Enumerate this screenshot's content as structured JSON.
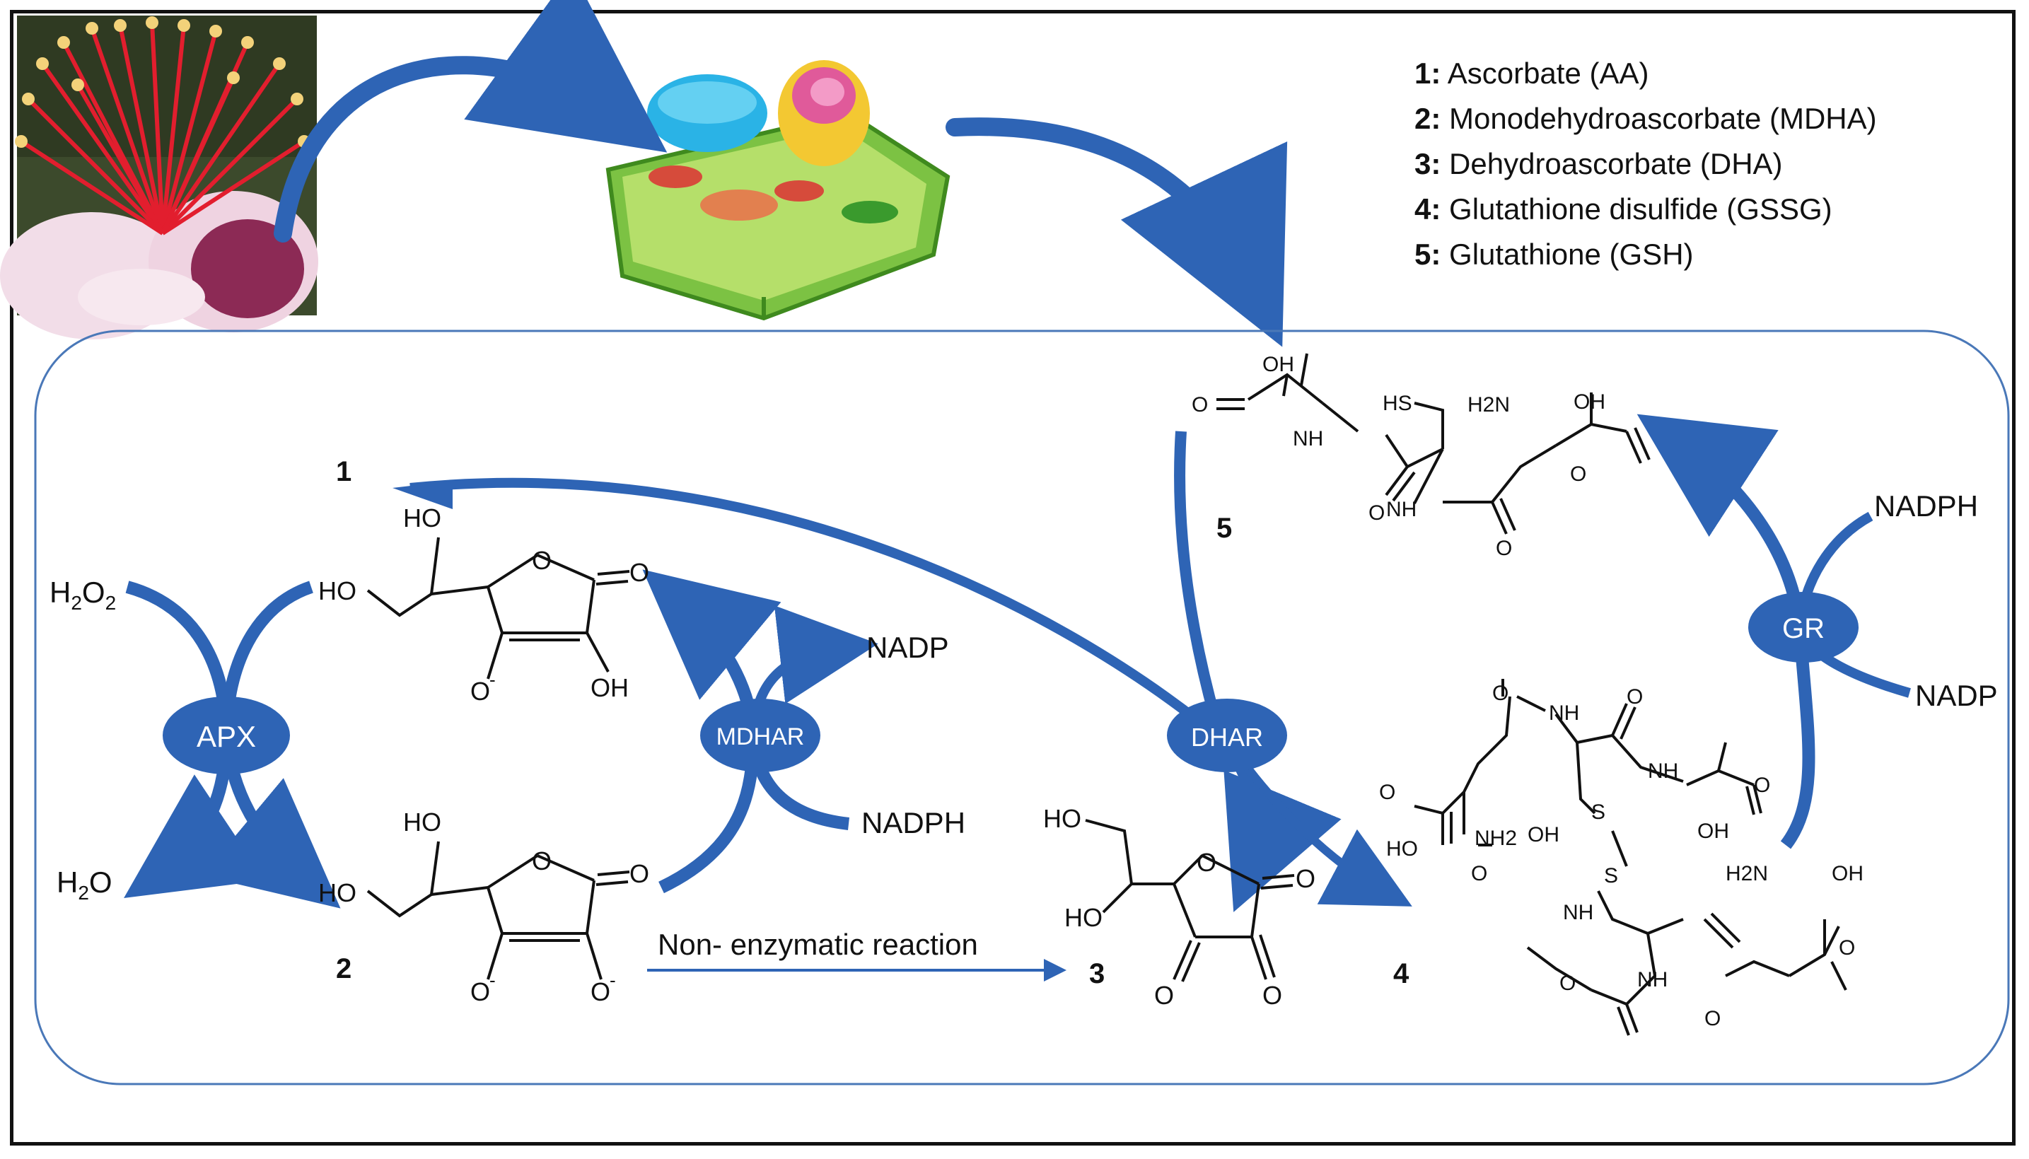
{
  "legend": [
    {
      "num": "1:",
      "name": "Ascorbate (AA)"
    },
    {
      "num": "2:",
      "name": "Monodehydroascorbate (MDHA)"
    },
    {
      "num": "3:",
      "name": "Dehydroascorbate (DHA)"
    },
    {
      "num": "4:",
      "name": "Glutathione disulfide (GSSG)"
    },
    {
      "num": "5:",
      "name": "Glutathione (GSH)"
    }
  ],
  "compounds": {
    "c1": "1",
    "c2": "2",
    "c3": "3",
    "c4": "4",
    "c5": "5"
  },
  "enzymes": {
    "apx": "APX",
    "mdhar": "MDHAR",
    "dhar": "DHAR",
    "gr": "GR"
  },
  "cofactors": {
    "nadp_mdhar": "NADP",
    "nadph_mdhar": "NADPH",
    "nadph_gr": "NADPH",
    "nadp_gr": "NADP"
  },
  "reaction_label": "Non- enzymatic reaction",
  "atoms": {
    "ho": "HO",
    "oh": "OH",
    "o": "O",
    "o_minus": "O",
    "minus": "-",
    "hs": "HS",
    "s": "S",
    "nh": "NH",
    "h2n": "H2N",
    "nh2": "NH2"
  },
  "colors": {
    "accent": "#2E64B5",
    "frame": "#111111",
    "bond": "#111111",
    "petal": "#F2DDE8",
    "filament": "#E21E2E"
  }
}
